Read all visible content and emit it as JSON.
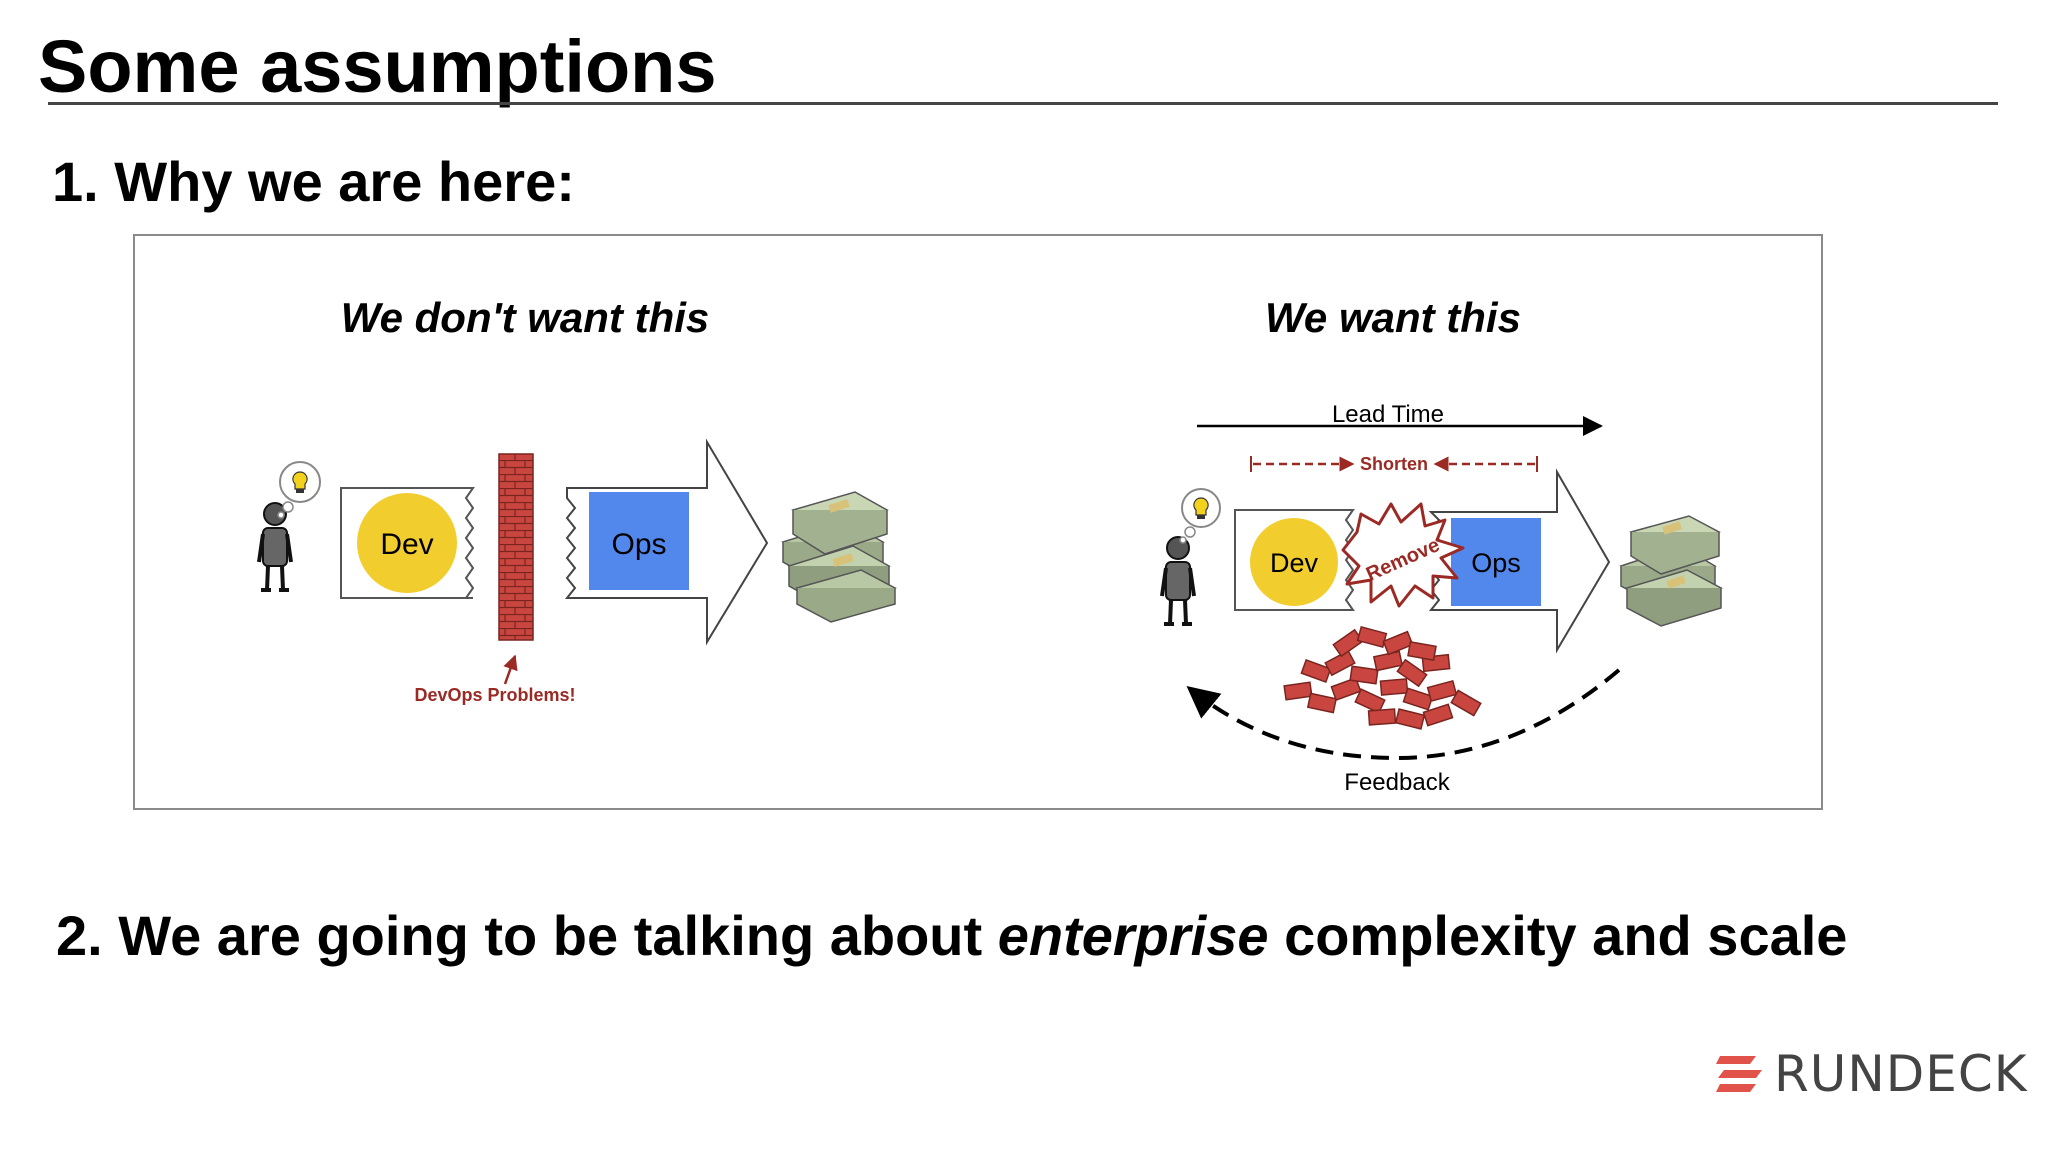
{
  "slide": {
    "title": "Some assumptions",
    "point1": "1. Why we are here:",
    "point2_prefix": "2. We are going to be talking about ",
    "point2_emphasis": "enterprise",
    "point2_suffix": " complexity and scale"
  },
  "diagram": {
    "left": {
      "heading": "We don't want this",
      "dev_label": "Dev",
      "ops_label": "Ops",
      "wall_caption": "DevOps Problems!"
    },
    "right": {
      "heading": "We want this",
      "lead_time_label": "Lead Time",
      "shorten_label": "Shorten",
      "dev_label": "Dev",
      "ops_label": "Ops",
      "remove_label": "Remove",
      "feedback_label": "Feedback"
    },
    "icons": [
      "person-icon",
      "lightbulb-thought-icon",
      "brick-wall-icon",
      "money-stack-icon",
      "brick-pile-icon"
    ]
  },
  "colors": {
    "dev": "#f2cd2e",
    "ops": "#5288ec",
    "brick": "#c8463f",
    "annotation": "#9b2a24",
    "logo_accent": "#e0524a",
    "logo_text": "#444444"
  },
  "logo": {
    "text": "RUNDECK"
  }
}
